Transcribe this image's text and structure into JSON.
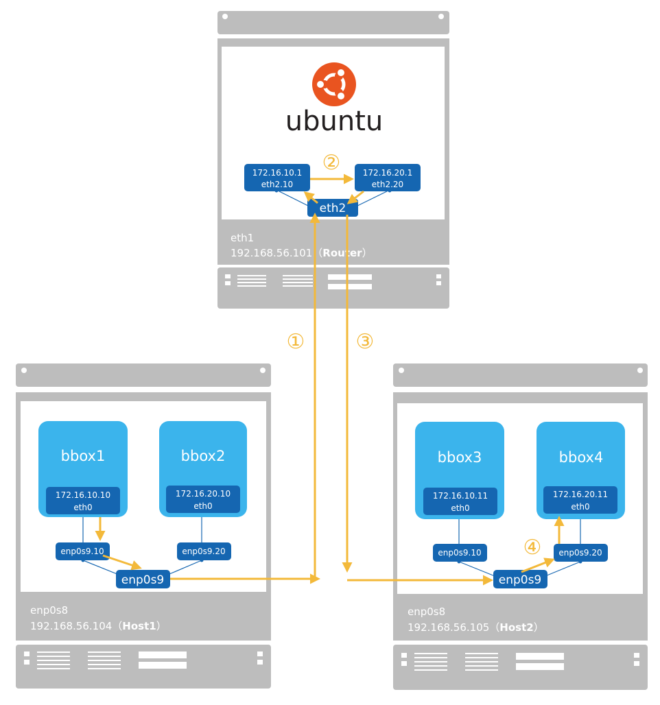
{
  "router": {
    "brand": "ubuntu",
    "iface": "eth1",
    "ip_label": "192.168.56.101（",
    "role": "Router",
    "close_paren": "）",
    "sub1": {
      "ip": "172.16.10.1",
      "name": "eth2.10"
    },
    "sub2": {
      "ip": "172.16.20.1",
      "name": "eth2.20"
    },
    "trunk": "eth2"
  },
  "host1": {
    "iface": "enp0s8",
    "ip_label": "192.168.56.104（",
    "role": "Host1",
    "close_paren": "）",
    "trunk": "enp0s9",
    "vlans": [
      "enp0s9.10",
      "enp0s9.20"
    ],
    "boxes": [
      {
        "name": "bbox1",
        "ip": "172.16.10.10",
        "if": "eth0"
      },
      {
        "name": "bbox2",
        "ip": "172.16.20.10",
        "if": "eth0"
      }
    ]
  },
  "host2": {
    "iface": "enp0s8",
    "ip_label": "192.168.56.105（",
    "role": "Host2",
    "close_paren": "）",
    "trunk": "enp0s9",
    "vlans": [
      "enp0s9.10",
      "enp0s9.20"
    ],
    "boxes": [
      {
        "name": "bbox3",
        "ip": "172.16.10.11",
        "if": "eth0"
      },
      {
        "name": "bbox4",
        "ip": "172.16.20.11",
        "if": "eth0"
      }
    ]
  },
  "steps": [
    "①",
    "②",
    "③",
    "④"
  ],
  "colors": {
    "server": "#bdbdbd",
    "iface": "#1566b1",
    "container": "#3bb4ec",
    "path": "#f3b93a",
    "ubuntu": "#e95420"
  }
}
